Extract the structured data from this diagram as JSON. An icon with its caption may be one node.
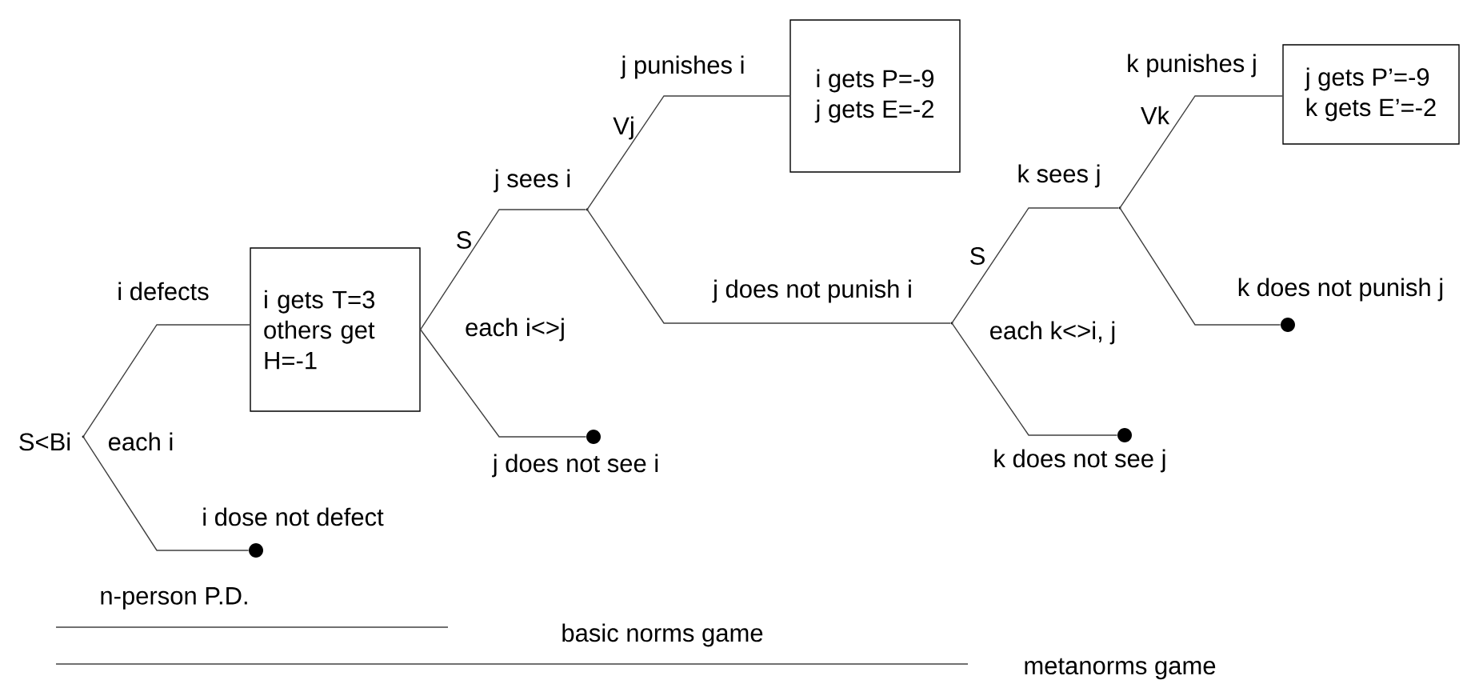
{
  "diagram": {
    "nodes": [
      {
        "text": [],
        "shape": "point",
        "beside": [
          "S<Bi",
          "each i"
        ]
      },
      {
        "text": [
          "i gets T=3",
          "others get H=-1"
        ],
        "beside": [
          "S",
          "each i<>j"
        ]
      },
      {
        "text": [],
        "shape": "circle"
      },
      {
        "text": [],
        "shape": "point",
        "beside": [
          "Vj"
        ]
      },
      {
        "text": [],
        "shape": "circle"
      },
      {
        "text": [
          "i gets P=-9",
          "j gets E=-2"
        ]
      },
      {
        "text": [],
        "shape": "point",
        "beside": [
          "S",
          "each k<>i, j"
        ]
      },
      {
        "text": [],
        "shape": "point",
        "beside": [
          "Vk"
        ]
      },
      {
        "text": [],
        "shape": "circle"
      },
      {
        "text": [
          "j gets P’=-9",
          "k gets E’=-2"
        ]
      },
      {
        "text": [],
        "shape": "circle"
      }
    ],
    "edges": [
      {
        "from": 0,
        "to": 1,
        "arrow": "none",
        "label": "i defects"
      },
      {
        "from": 0,
        "to": 2,
        "arrow": "none",
        "label": "i dose not defect"
      },
      {
        "from": 1,
        "to": 3,
        "arrow": "none",
        "label": "j sees i"
      },
      {
        "from": 1,
        "to": 4,
        "arrow": "none",
        "label": "j does not see i"
      },
      {
        "from": 3,
        "to": 5,
        "arrow": "none",
        "label": "j punishes i"
      },
      {
        "from": 3,
        "to": 6,
        "arrow": "none",
        "label": "j does not punish i"
      },
      {
        "from": 6,
        "to": 7,
        "arrow": "none",
        "label": "k sees j"
      },
      {
        "from": 6,
        "to": 8,
        "arrow": "none",
        "label": "k does not see j"
      },
      {
        "from": 7,
        "to": 9,
        "arrow": "none",
        "label": "k punishes j"
      },
      {
        "from": 7,
        "to": 10,
        "arrow": "none",
        "label": "k does not punish j"
      }
    ],
    "labels": [
      "n-person P.D.",
      "basic norms game",
      "metanorms game"
    ]
  }
}
